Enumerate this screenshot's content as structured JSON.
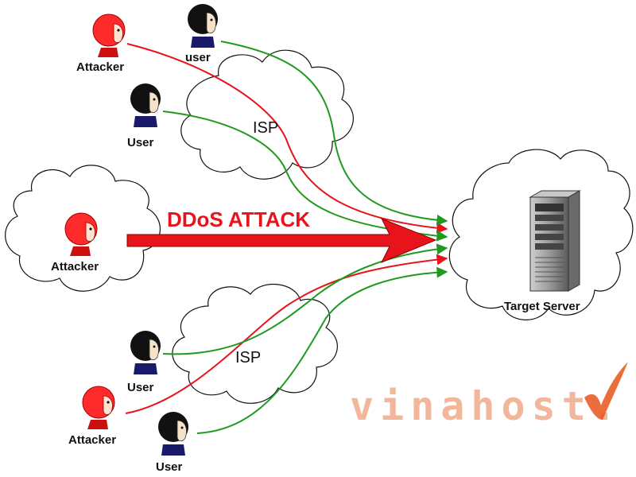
{
  "nodes": {
    "attacker_top": "Attacker",
    "user_top": "user",
    "user_mid": "User",
    "attacker_main": "Attacker",
    "user_lower": "User",
    "attacker_bottom": "Attacker",
    "user_bottom": "User",
    "target": "Target Server"
  },
  "isp_labels": [
    "ISP",
    "ISP"
  ],
  "attack_label": "DDoS ATTACK",
  "watermark": "vinahost.",
  "colors": {
    "attack_flow": "#e8141b",
    "user_flow": "#1f9a1f",
    "attacker_skin": "#ff2a2a",
    "user_hair": "#111111",
    "watermark": "#f2b79a",
    "watermark_mark": "#e8541b"
  },
  "icons": [
    "attacker-icon",
    "user-icon",
    "server-icon",
    "cloud-icon",
    "checkmark-icon"
  ]
}
